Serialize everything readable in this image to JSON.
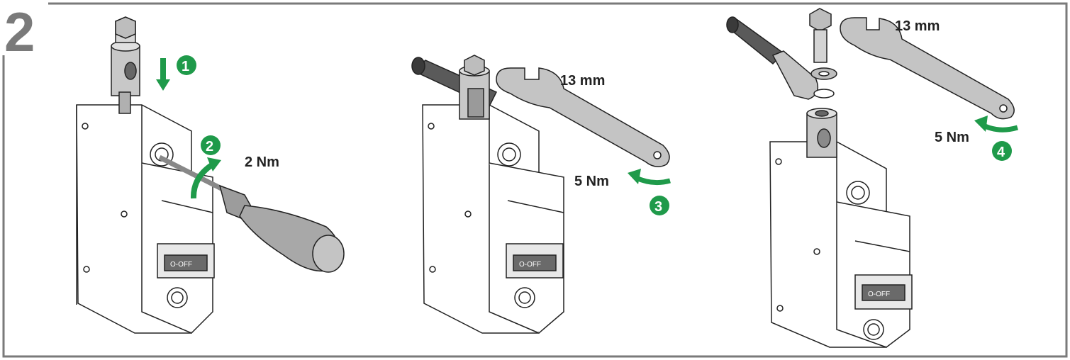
{
  "step_number": "2",
  "colors": {
    "frame": "#7a7a7a",
    "accent_green": "#1f9a4a",
    "metal_light": "#d8d8d8",
    "metal_mid": "#b5b5b5",
    "metal_dark": "#8a8a8a",
    "cable": "#5a5a5a",
    "line": "#222222"
  },
  "panels": [
    {
      "steps": [
        {
          "number": "1",
          "icon": "arrow-down-icon"
        },
        {
          "number": "2",
          "icon": "rotate-arrow-icon"
        }
      ],
      "torque": "2 Nm",
      "breaker_label": "O-OFF"
    },
    {
      "steps": [
        {
          "number": "3",
          "icon": "rotate-arrow-icon"
        }
      ],
      "wrench_size": "13 mm",
      "torque": "5 Nm",
      "breaker_label": "O-OFF"
    },
    {
      "steps": [
        {
          "number": "4",
          "icon": "rotate-arrow-icon"
        }
      ],
      "wrench_size": "13 mm",
      "torque": "5 Nm",
      "breaker_label": "O-OFF"
    }
  ]
}
